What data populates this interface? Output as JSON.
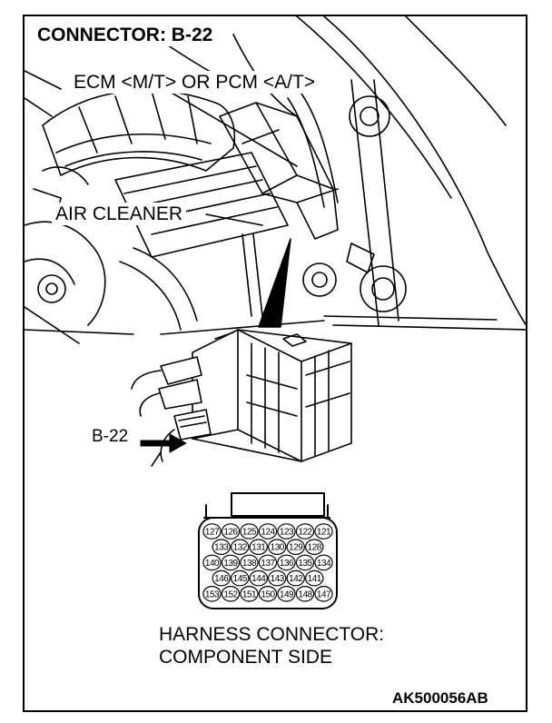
{
  "title": "CONNECTOR: B-22",
  "labels": {
    "ecm": "ECM <M/T> OR PCM <A/T>",
    "air_cleaner": "AIR CLEANER",
    "connector_pointer": "B-22",
    "harness_line1": "HARNESS CONNECTOR:",
    "harness_line2": "COMPONENT SIDE",
    "figure_code": "AK500056AB"
  },
  "connector_pins": [
    [
      "127",
      "126",
      "125",
      "124",
      "123",
      "122",
      "121"
    ],
    [
      "133",
      "132",
      "131",
      "130",
      "129",
      "128"
    ],
    [
      "140",
      "139",
      "138",
      "137",
      "136",
      "135",
      "134"
    ],
    [
      "146",
      "145",
      "144",
      "143",
      "142",
      "141"
    ],
    [
      "153",
      "152",
      "151",
      "150",
      "149",
      "148",
      "147"
    ]
  ]
}
